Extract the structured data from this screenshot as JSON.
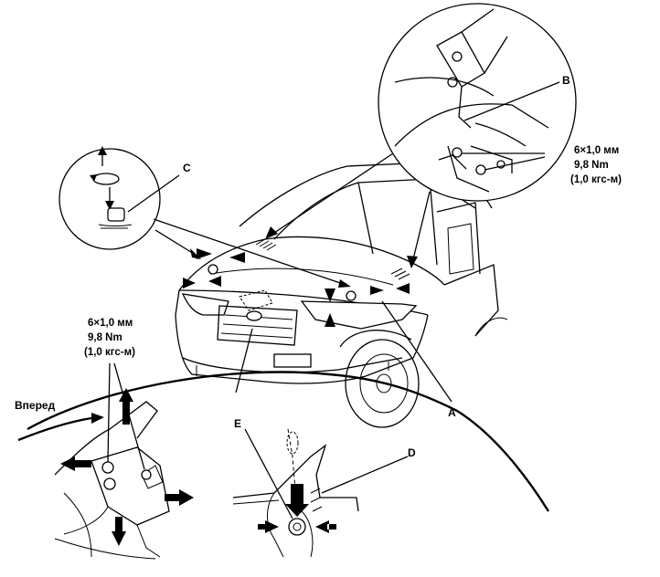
{
  "callouts": {
    "A": "A",
    "B": "B",
    "C": "C",
    "D": "D",
    "E": "E"
  },
  "spec_upper_right": {
    "size": "6×1,0 мм",
    "torque": "9,8 Nm",
    "torque_alt": "(1,0 кгс-м)"
  },
  "spec_left": {
    "size": "6×1,0 мм",
    "torque": "9,8 Nm",
    "torque_alt": "(1,0 кгс-м)"
  },
  "direction_label": "Вперед",
  "icons": [
    "rotation-arrow-icon",
    "adjust-arrow-icon",
    "bolt-icon",
    "hood-stay-icon",
    "car-icon"
  ],
  "colors": {
    "ink": "#000000",
    "paper": "#ffffff"
  }
}
